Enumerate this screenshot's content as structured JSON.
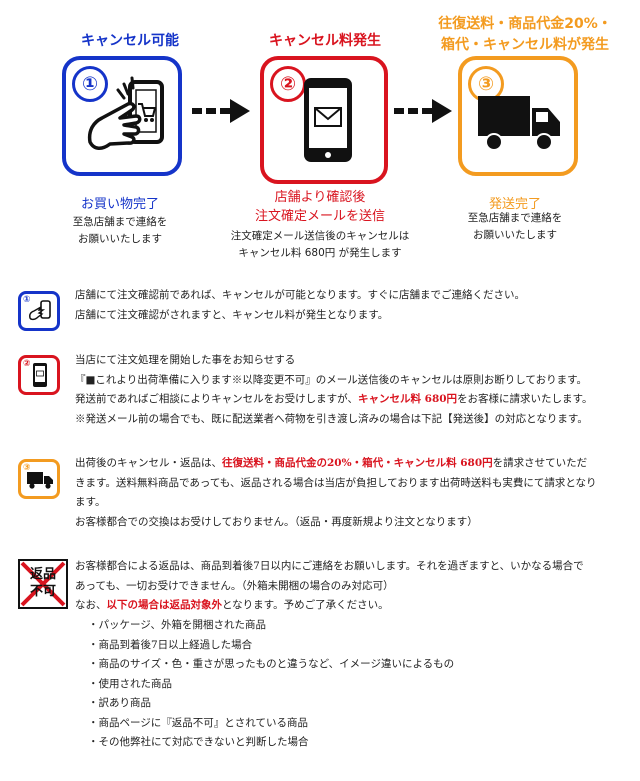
{
  "steps": [
    {
      "title": "キャンセル可能",
      "num": "①",
      "status": "お買い物完了",
      "desc_lines": [
        "至急店舗まで連絡を",
        "お願いいたします"
      ],
      "color": "#1534c9",
      "icon": "hand-phone-cart-icon"
    },
    {
      "title": "キャンセル料発生",
      "num": "②",
      "status_lines": [
        "店舗より確認後",
        "注文確定メールを送信"
      ],
      "desc_lines": [
        "注文確定メール送信後のキャンセルは",
        "キャンセル料 680円 が発生します"
      ],
      "color": "#d9141f",
      "icon": "phone-mail-icon"
    },
    {
      "title_lines": [
        "往復送料・商品代金20%・",
        "箱代・キャンセル料が発生"
      ],
      "num": "③",
      "status": "発送完了",
      "desc_lines": [
        "至急店舗まで連絡を",
        "お願いいたします"
      ],
      "color": "#f39b20",
      "icon": "truck-icon"
    }
  ],
  "sections": {
    "s1": {
      "lines": [
        "店舗にて注文確認前であれば、キャンセルが可能となります。すぐに店舗までご連絡ください。",
        "店舗にて注文確認がされますと、キャンセル料が発生となります。"
      ]
    },
    "s2": {
      "line1": "当店にて注文処理を開始した事をお知らせする",
      "line2": "『■これより出荷準備に入ります※以降変更不可』のメール送信後のキャンセルは原則お断りしております。",
      "line3_pre": "発送前であればご相談によりキャンセルをお受けしますが、",
      "line3_hl": "キャンセル料 680円",
      "line3_post": "をお客様に請求いたします。",
      "line4": "※発送メール前の場合でも、既に配送業者へ荷物を引き渡し済みの場合は下記【発送後】の対応となります。"
    },
    "s3": {
      "line1_pre": "出荷後のキャンセル・返品は、",
      "line1_hl": "往復送料・商品代金の20%・箱代・キャンセル料 680円",
      "line1_post": "を請求させていただ",
      "line2": "きます。送料無料商品であっても、返品される場合は当店が負担しております出荷時送料も実費にて請求となり",
      "line3": "ます。",
      "line4": "お客様都合での交換はお受けしておりません。（返品・再度新規より注文となります）"
    },
    "s4": {
      "badge": [
        "返品",
        "不可"
      ],
      "line1": "お客様都合による返品は、商品到着後7日以内にご連絡をお願いします。それを過ぎますと、いかなる場合で",
      "line2": "あっても、一切お受けできません。（外箱未開梱の場合のみ対応可）",
      "line3_pre": "なお、",
      "line3_hl": "以下の場合は返品対象外",
      "line3_post": "となります。予めご了承ください。",
      "items": [
        "・パッケージ、外箱を開梱された商品",
        "・商品到着後7日以上経過した場合",
        "・商品のサイズ・色・重さが思ったものと違うなど、イメージ違いによるもの",
        "・使用された商品",
        "・訳あり商品",
        "・商品ページに『返品不可』とされている商品",
        "・その他弊社にて対応できないと判断した場合"
      ]
    }
  }
}
